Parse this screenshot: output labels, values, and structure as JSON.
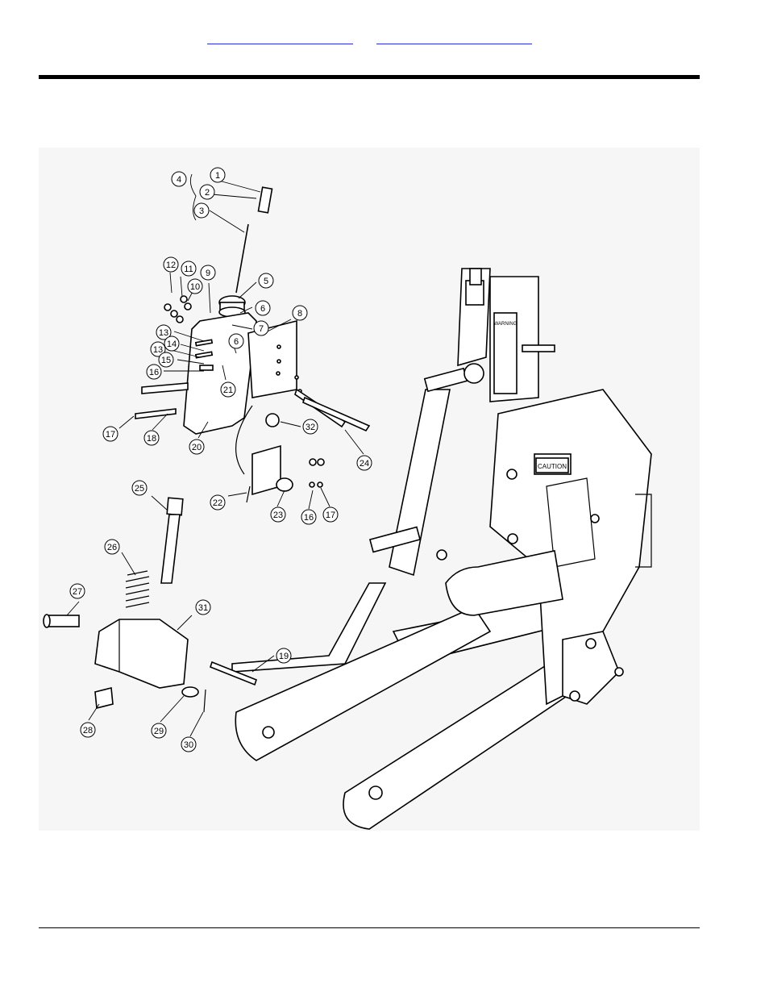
{
  "header": {
    "links": [
      {
        "label": ""
      },
      {
        "label": ""
      }
    ]
  },
  "diagram": {
    "decals": {
      "warning": "WARNING",
      "caution": "CAUTION"
    },
    "callouts": [
      {
        "num": "1"
      },
      {
        "num": "2"
      },
      {
        "num": "3"
      },
      {
        "num": "4"
      },
      {
        "num": "5"
      },
      {
        "num": "6"
      },
      {
        "num": "7"
      },
      {
        "num": "8"
      },
      {
        "num": "9"
      },
      {
        "num": "10"
      },
      {
        "num": "11"
      },
      {
        "num": "12"
      },
      {
        "num": "13"
      },
      {
        "num": "14"
      },
      {
        "num": "13"
      },
      {
        "num": "15"
      },
      {
        "num": "16"
      },
      {
        "num": "6"
      },
      {
        "num": "21"
      },
      {
        "num": "17"
      },
      {
        "num": "18"
      },
      {
        "num": "20"
      },
      {
        "num": "32"
      },
      {
        "num": "24"
      },
      {
        "num": "25"
      },
      {
        "num": "22"
      },
      {
        "num": "23"
      },
      {
        "num": "16"
      },
      {
        "num": "17"
      },
      {
        "num": "26"
      },
      {
        "num": "27"
      },
      {
        "num": "31"
      },
      {
        "num": "19"
      },
      {
        "num": "28"
      },
      {
        "num": "29"
      },
      {
        "num": "30"
      }
    ]
  }
}
